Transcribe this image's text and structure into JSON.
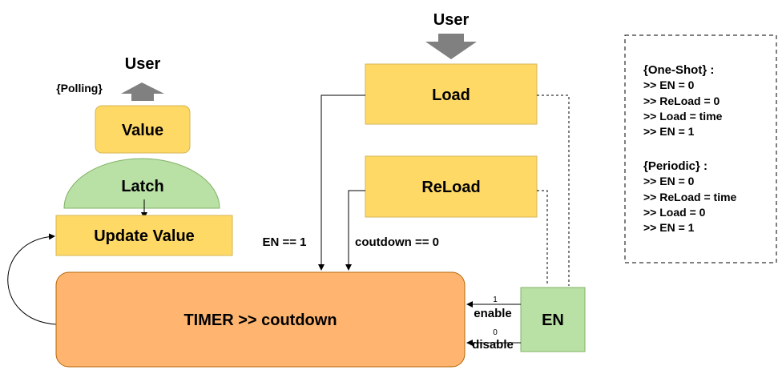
{
  "colors": {
    "yellow_fill": "#ffd966",
    "yellow_stroke": "#d6b656",
    "green_fill": "#b9e0a5",
    "green_stroke": "#82b366",
    "orange_fill": "#ffb570",
    "orange_stroke": "#b46504",
    "arrow_gray": "#808080",
    "line": "#000000"
  },
  "nodes": {
    "user_top": "User",
    "user_left": "User",
    "polling": "{Polling}",
    "value": "Value",
    "latch": "Latch",
    "update_value": "Update Value",
    "load": "Load",
    "reload": "ReLoad",
    "timer": "TIMER >> coutdown",
    "en": "EN"
  },
  "edges": {
    "en_eq_1": "EN == 1",
    "countdown_eq_0": "coutdown == 0",
    "enable": "enable",
    "enable_value": "1",
    "disable": "disable",
    "disable_value": "0"
  },
  "notes": {
    "one_shot_title": "{One-Shot} :",
    "one_shot_lines": [
      ">> EN = 0",
      ">> ReLoad = 0",
      ">> Load = time",
      ">> EN = 1"
    ],
    "periodic_title": "{Periodic} :",
    "periodic_lines": [
      ">> EN = 0",
      ">> ReLoad = time",
      ">> Load = 0",
      ">> EN = 1"
    ]
  }
}
